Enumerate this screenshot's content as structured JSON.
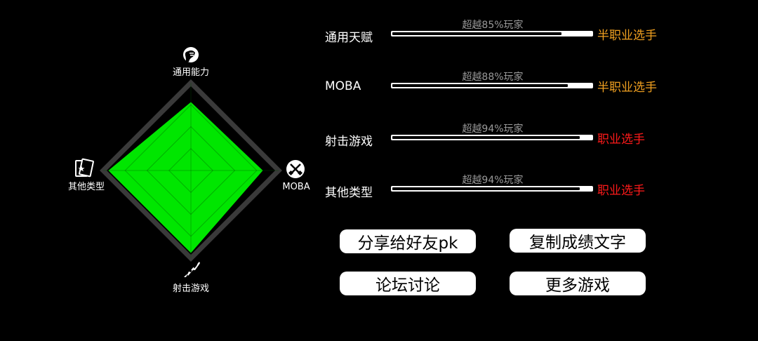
{
  "radar": {
    "axes": [
      {
        "label": "通用能力",
        "icon": "head-silhouette-icon",
        "value": 0.78
      },
      {
        "label": "MOBA",
        "icon": "crossed-swords-icon",
        "value": 0.82
      },
      {
        "label": "射击游戏",
        "icon": "rifle-icon",
        "value": 0.94
      },
      {
        "label": "其他类型",
        "icon": "star-card-icon",
        "value": 0.94
      }
    ],
    "rings": 4,
    "fill_color": "#00e600",
    "grid_color": "#3a3a3a"
  },
  "stats": [
    {
      "label": "通用天赋",
      "percent_text": "超越85%玩家",
      "percent": 85,
      "rank": "半职业选手",
      "rank_color": "#f0a020"
    },
    {
      "label": "MOBA",
      "percent_text": "超越88%玩家",
      "percent": 88,
      "rank": "半职业选手",
      "rank_color": "#f0a020"
    },
    {
      "label": "射击游戏",
      "percent_text": "超越94%玩家",
      "percent": 94,
      "rank": "职业选手",
      "rank_color": "#ff1a1a"
    },
    {
      "label": "其他类型",
      "percent_text": "超越94%玩家",
      "percent": 94,
      "rank": "职业选手",
      "rank_color": "#ff1a1a"
    }
  ],
  "buttons": {
    "share": "分享给好友pk",
    "copy": "复制成绩文字",
    "forum": "论坛讨论",
    "more": "更多游戏"
  }
}
